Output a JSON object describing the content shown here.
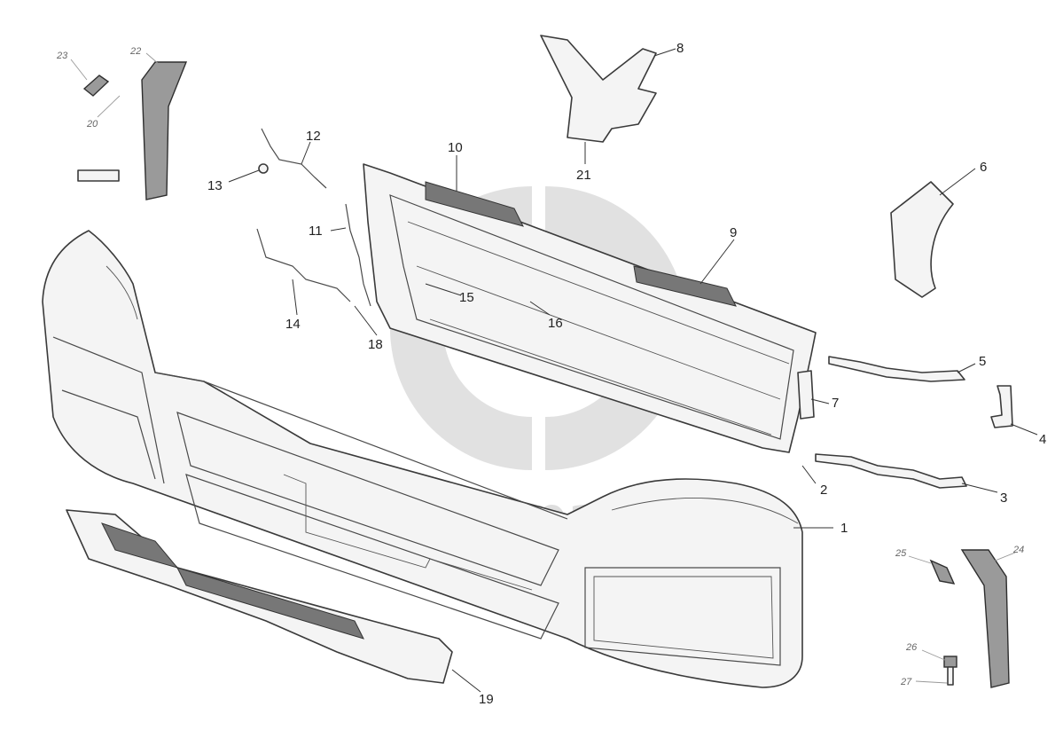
{
  "watermark": {
    "text": "data-parts"
  },
  "callouts": [
    {
      "id": "c1",
      "label": "1"
    },
    {
      "id": "c2",
      "label": "2"
    },
    {
      "id": "c3",
      "label": "3"
    },
    {
      "id": "c4",
      "label": "4"
    },
    {
      "id": "c5",
      "label": "5"
    },
    {
      "id": "c6",
      "label": "6"
    },
    {
      "id": "c7",
      "label": "7"
    },
    {
      "id": "c8",
      "label": "8"
    },
    {
      "id": "c9",
      "label": "9"
    },
    {
      "id": "c10",
      "label": "10"
    },
    {
      "id": "c11",
      "label": "11"
    },
    {
      "id": "c12",
      "label": "12"
    },
    {
      "id": "c13",
      "label": "13"
    },
    {
      "id": "c14",
      "label": "14"
    },
    {
      "id": "c15",
      "label": "15"
    },
    {
      "id": "c16",
      "label": "16"
    },
    {
      "id": "c18",
      "label": "18"
    },
    {
      "id": "c19",
      "label": "19"
    },
    {
      "id": "c20",
      "label": "20"
    },
    {
      "id": "c21",
      "label": "21"
    },
    {
      "id": "c22",
      "label": "22"
    },
    {
      "id": "c23",
      "label": "23"
    },
    {
      "id": "c24",
      "label": "24"
    },
    {
      "id": "c25",
      "label": "25"
    },
    {
      "id": "c26",
      "label": "26"
    },
    {
      "id": "c27",
      "label": "27"
    }
  ]
}
